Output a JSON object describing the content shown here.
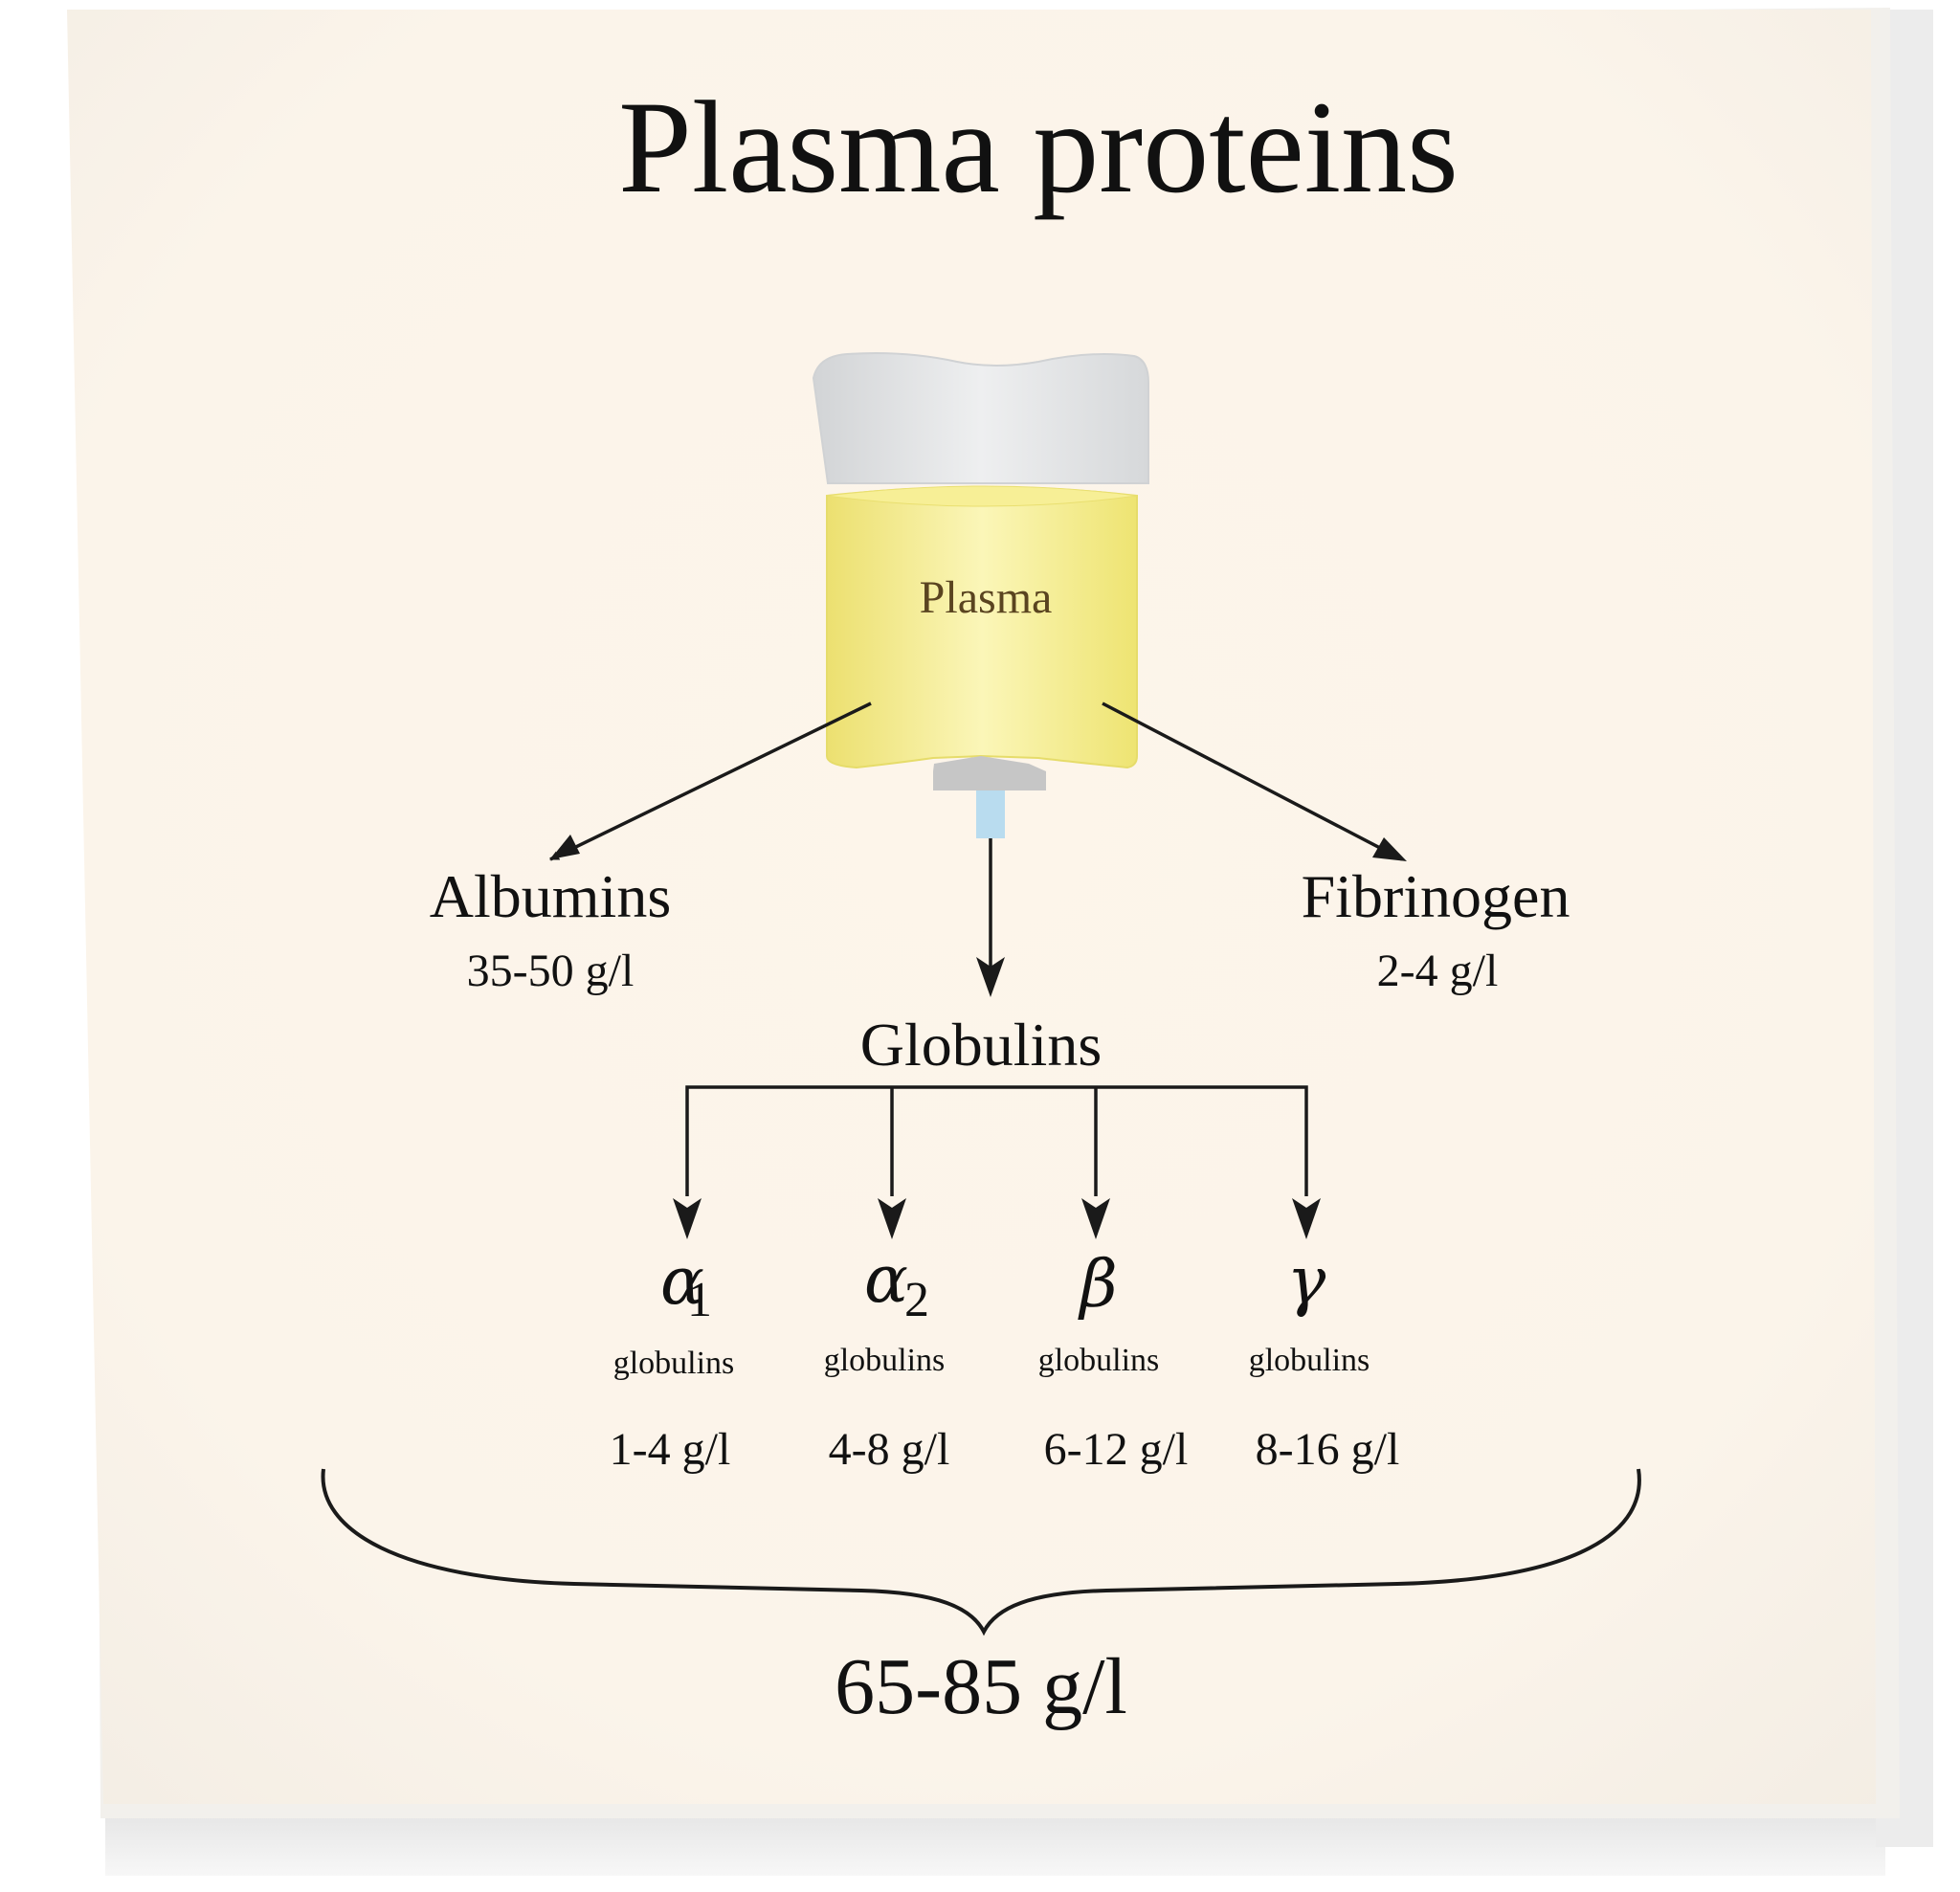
{
  "title": "Plasma proteins",
  "bag": {
    "label": "Plasma",
    "colors": {
      "liquid": "#f4ec7c",
      "bag_top": "#dcdede",
      "cap": "#c8c8c8",
      "tube": "#b9dcef",
      "label_text": "#5a4420"
    }
  },
  "main_fractions": {
    "albumins": {
      "name": "Albumins",
      "value": "35-50 g/l"
    },
    "fibrinogen": {
      "name": "Fibrinogen",
      "value": "2-4 g/l"
    },
    "globulins": {
      "name": "Globulins"
    }
  },
  "globulin_types": [
    {
      "symbol": "α",
      "subscript": "1",
      "label": "globulins",
      "value": "1-4 g/l"
    },
    {
      "symbol": "α",
      "subscript": "2",
      "label": "globulins",
      "value": "4-8 g/l"
    },
    {
      "symbol": "β",
      "subscript": "",
      "label": "globulins",
      "value": "6-12 g/l"
    },
    {
      "symbol": "γ",
      "subscript": "",
      "label": "globulins",
      "value": "8-16 g/l"
    }
  ],
  "total": "65-85 g/l",
  "colors": {
    "paper": "#fbf6ec",
    "line": "#1a1a1a",
    "text": "#111111"
  }
}
